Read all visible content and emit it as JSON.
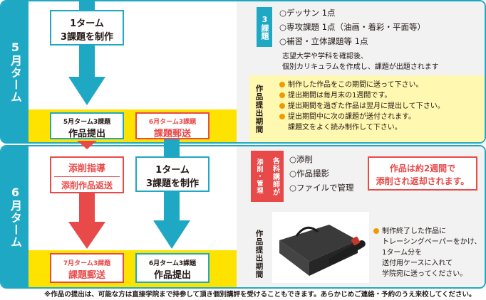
{
  "terms": {
    "may": {
      "label": "5月ターム"
    },
    "june": {
      "label": "6月ターム"
    }
  },
  "labels": {
    "submission_period": "作品提出期間"
  },
  "may": {
    "assignment": {
      "line1": "1ターム",
      "line2": "3課題を制作"
    },
    "submit": {
      "line1": "5月ターム3課題",
      "line2": "作品提出"
    },
    "mail": {
      "line1": "6月ターム3課題",
      "line2": "課題郵送"
    },
    "right": {
      "badge": "3課題",
      "tasks": [
        "○デッサン 1点",
        "○専攻課題 1点（油画・着彩・平面等）",
        "○補習・立体課題等 1点"
      ],
      "note": [
        "志望大学や学科を確認後、",
        "個別カリキュラムを作成し、課題が出題されます"
      ],
      "submission_notes": [
        "制作した作品をこの期間に送って下さい。",
        "提出期間は毎月末の1週間です。",
        "提出期間を過ぎた作品は翌月に提出して下さい。",
        "提出期間中に次の課題が送付されます。",
        "課題文をよく読み制作して下さい。"
      ]
    }
  },
  "june": {
    "corrections": {
      "line1": "添削指導",
      "line2": "添削作品返送"
    },
    "assignment": {
      "line1": "1ターム",
      "line2": "3課題を制作"
    },
    "mail": {
      "line1": "7月ターム3課題",
      "line2": "課題郵送"
    },
    "submit": {
      "line1": "6月ターム3課題",
      "line2": "作品提出"
    },
    "right": {
      "badge_main": "各科講師が",
      "badge_sub": "添削・管理",
      "items": [
        "○添削",
        "○作品撮影",
        "○ファイルで管理"
      ],
      "notice": [
        "作品は約2週間で",
        "添削され返却されます。"
      ],
      "submission_notes": [
        "制作終了した作品に",
        "トレーシングペーパーをかけ、",
        "1ターム分を",
        "送付用ケースに入れて",
        "学院宛に送ってください。"
      ]
    }
  },
  "footer": "※作品の提出は、可能な方は直接学院まで持参して頂き個別講評を受けることもできます。あらかじめご連絡・予約のうえ来校してください。"
}
